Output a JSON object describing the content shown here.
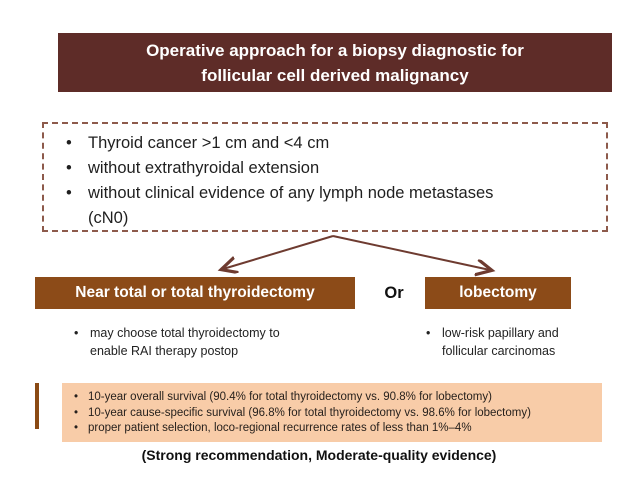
{
  "header": {
    "title_line1": "Operative approach for a biopsy diagnostic for",
    "title_line2": "follicular cell derived malignancy"
  },
  "criteria": {
    "items": [
      "Thyroid cancer >1 cm and <4 cm",
      "without extrathyroidal extension",
      "without clinical evidence of any lymph node metastases"
    ],
    "item3_cont": "(cN0)"
  },
  "branch": {
    "or_label": "Or"
  },
  "options": {
    "left": {
      "label": "Near total or total thyroidectomy",
      "note": "may choose total thyroidectomy to enable RAI therapy postop"
    },
    "right": {
      "label": "lobectomy",
      "note": "low-risk papillary and follicular carcinomas"
    }
  },
  "evidence": {
    "items": [
      "10-year overall survival (90.4% for total thyroidectomy vs. 90.8% for lobectomy)",
      "10-year cause-specific survival (96.8% for total thyroidectomy vs. 98.6% for lobectomy)",
      "proper patient selection, loco-regional recurrence rates of less than 1%–4%"
    ]
  },
  "footer": {
    "text": "(Strong recommendation, Moderate-quality evidence)"
  },
  "colors": {
    "banner_bg": "#5E2C28",
    "option_bg": "#8C4B18",
    "evidence_bg": "#F8CCA8",
    "dashed_border": "#8D5A4B",
    "arrow": "#6E3B30",
    "accent_bar": "#8A4A14"
  }
}
